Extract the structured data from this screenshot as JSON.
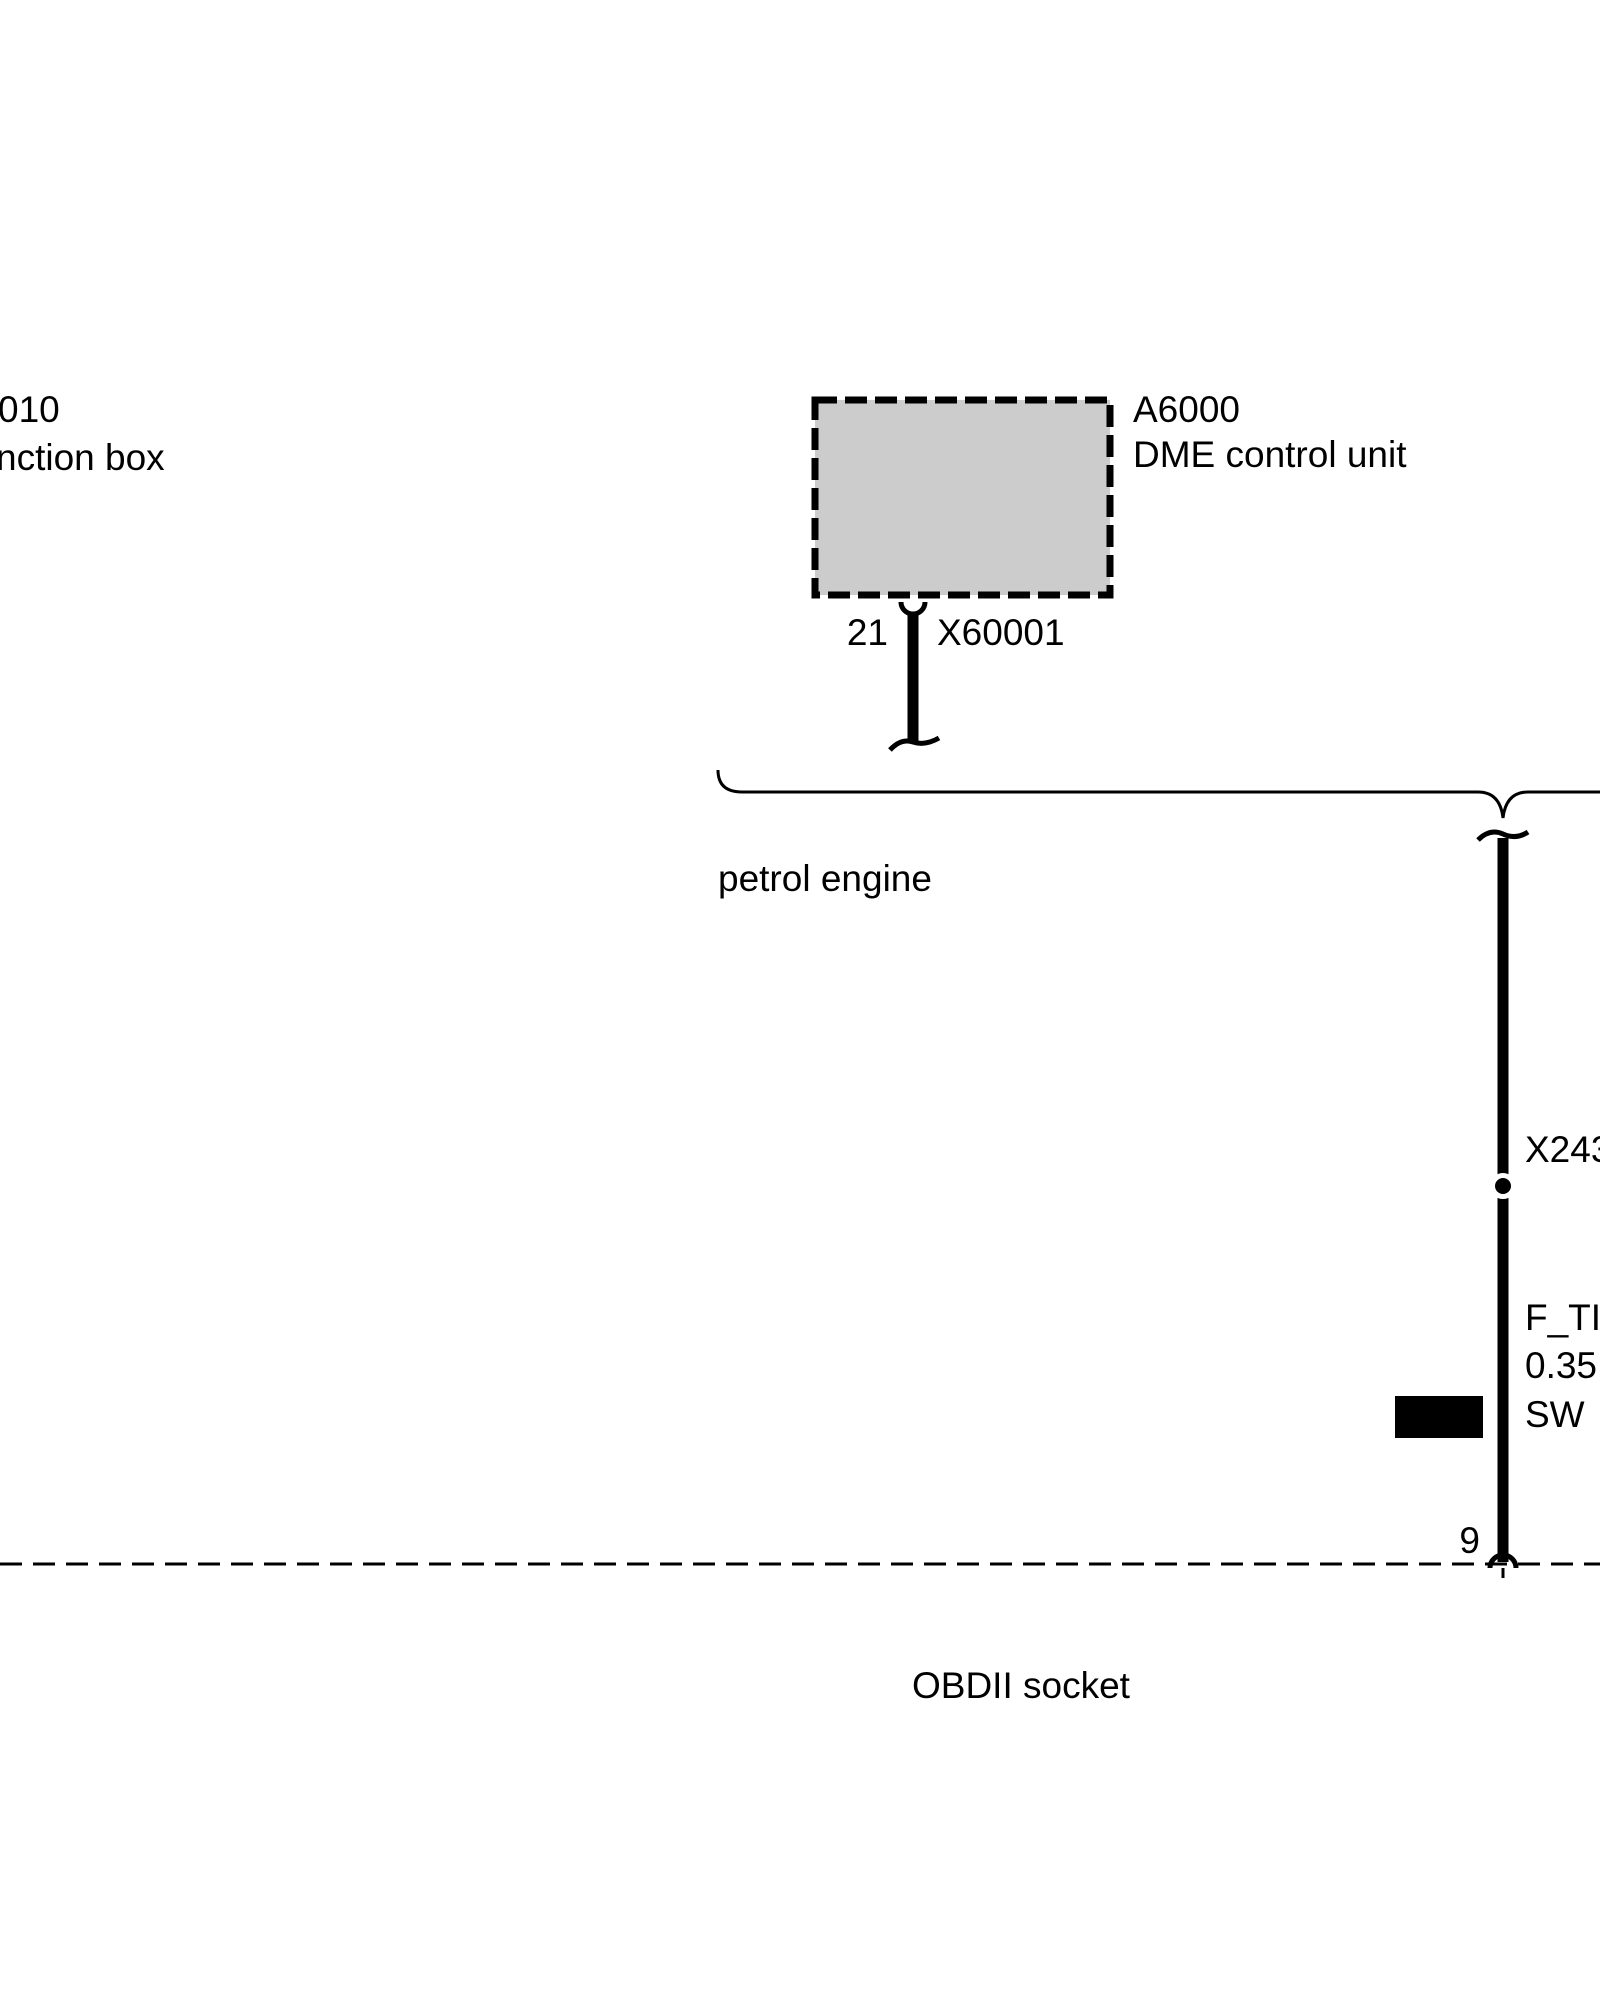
{
  "colors": {
    "ink": "#000000",
    "component_fill": "#cccccc",
    "background": "#ffffff"
  },
  "left_component": {
    "code": "010",
    "name": "nction box"
  },
  "dme": {
    "code": "A6000",
    "name": "DME control unit"
  },
  "dme_connector": {
    "pin": "21",
    "name": "X60001"
  },
  "variant": {
    "label": "petrol engine"
  },
  "wire": {
    "connector": "X243",
    "signal": "F_TI",
    "cross_section": "0.35",
    "color": "SW"
  },
  "obd": {
    "pin": "9",
    "name": "OBDII socket"
  }
}
